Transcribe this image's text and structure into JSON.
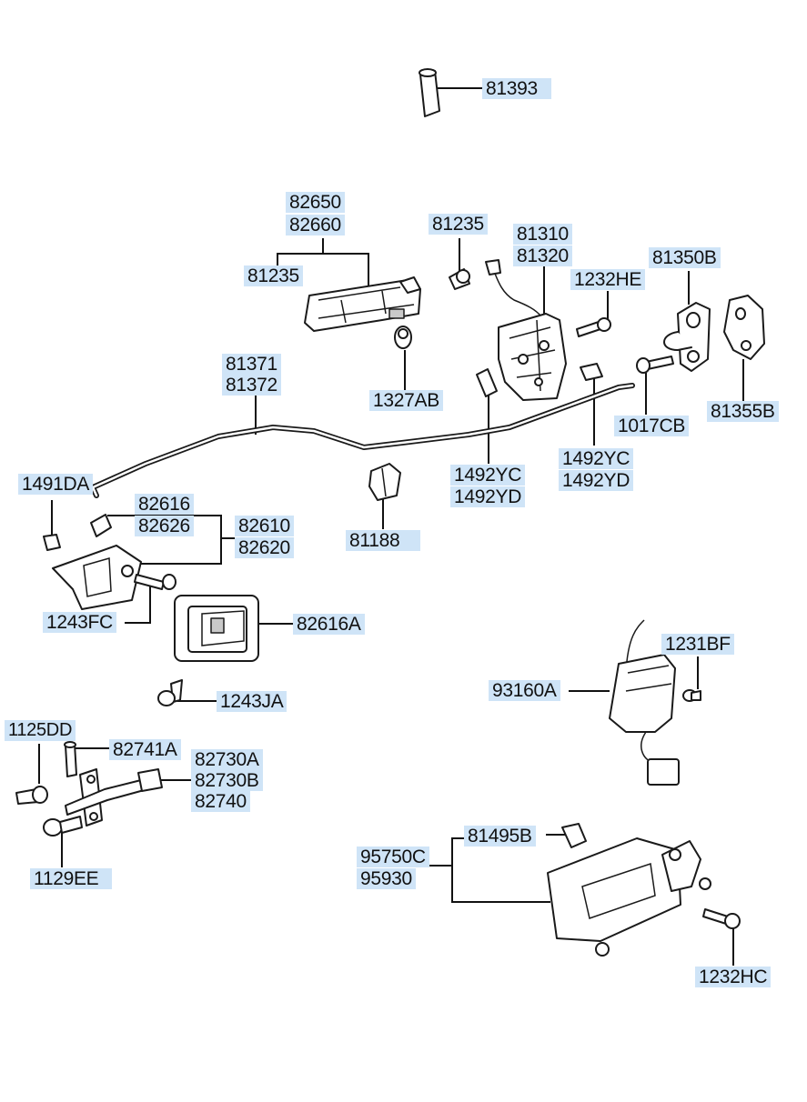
{
  "parts": {
    "p81393": "81393",
    "p82650": "82650",
    "p82660": "82660",
    "p81235a": "81235",
    "p81235b": "81235",
    "p81310": "81310",
    "p81320": "81320",
    "p81350b": "81350B",
    "p1232he": "1232HE",
    "p1327ab": "1327AB",
    "p81371": "81371",
    "p81372": "81372",
    "p1017cb": "1017CB",
    "p81355b": "81355B",
    "p1492yc_a": "1492YC",
    "p1492yd_a": "1492YD",
    "p1492yc_b": "1492YC",
    "p1492yd_b": "1492YD",
    "p1491da": "1491DA",
    "p82616": "82616",
    "p82626": "82626",
    "p82610": "82610",
    "p82620": "82620",
    "p81188": "81188",
    "p1243fc": "1243FC",
    "p82616a": "82616A",
    "p1243ja": "1243JA",
    "p1231bf": "1231BF",
    "p93160a": "93160A",
    "p1125dd": "1125DD",
    "p82741a": "82741A",
    "p82730a": "82730A",
    "p82730b": "82730B",
    "p82740": "82740",
    "p1129ee": "1129EE",
    "p81495b": "81495B",
    "p95750c": "95750C",
    "p95930": "95930",
    "p1232hc": "1232HC"
  },
  "colors": {
    "label_bg": "#cfe4f7",
    "line": "#111111"
  }
}
